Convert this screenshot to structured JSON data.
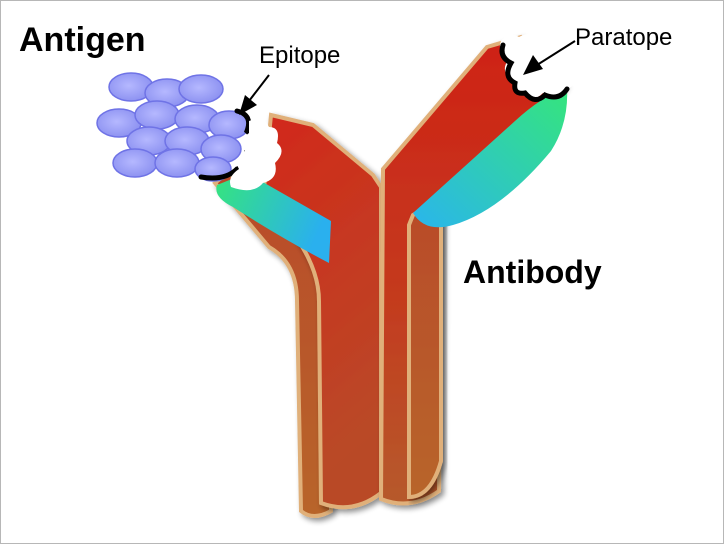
{
  "labels": {
    "antigen": "Antigen",
    "epitope": "Epitope",
    "paratope": "Paratope",
    "antibody": "Antibody"
  },
  "colors": {
    "heavy_chain_red": "#cf2b14",
    "chain_brown": "#b75a2a",
    "chain_outline": "#e0b07a",
    "variable_green": "#33e07a",
    "variable_cyan": "#2ab8e8",
    "antigen_blue": "#8f92ef",
    "antigen_outline": "#5a5ee0",
    "background": "#ffffff"
  }
}
